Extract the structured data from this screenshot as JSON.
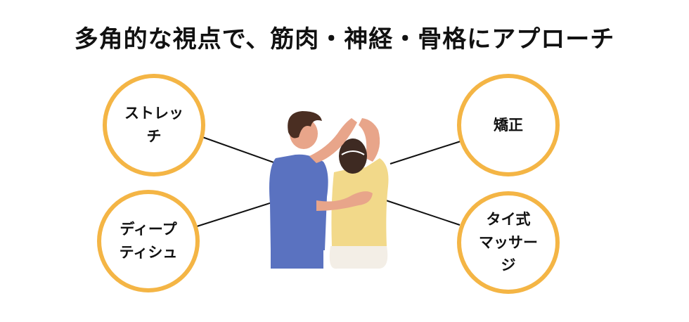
{
  "title": "多角的な視点で、筋肉・神経・骨格にアプローチ",
  "nodes": [
    {
      "id": "stretch",
      "label": "ストレッ\nチ"
    },
    {
      "id": "deep-tissue",
      "label": "ディープ\nティシュ"
    },
    {
      "id": "correction",
      "label": "矯正"
    },
    {
      "id": "thai-massage",
      "label": "タイ式\nマッサー\nジ"
    }
  ],
  "center_image": "therapist-stretching-patient-illustration",
  "colors": {
    "circle_border": "#F4B545",
    "line": "#111111",
    "scrubs": "#5A72C0",
    "shirt": "#F2D98A",
    "skin": "#E8A58A",
    "hair": "#4A2E22"
  }
}
